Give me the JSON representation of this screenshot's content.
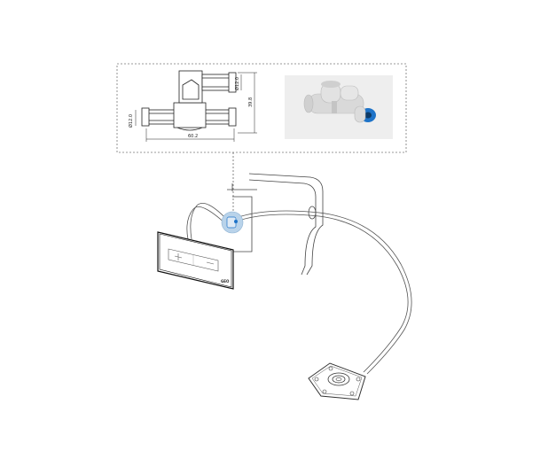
{
  "inset": {
    "dimensions": {
      "outlet_diameter": "Ø12.0",
      "inlet_diameter": "Ø12.0",
      "height": "39.8",
      "overall_length": "60.2"
    }
  },
  "flush_plate": {
    "logo": "GEO"
  },
  "colors": {
    "line": "#333333",
    "dashed": "#666666",
    "fitting_blue": "#1e73c8",
    "highlight": "#b9d3ea"
  }
}
